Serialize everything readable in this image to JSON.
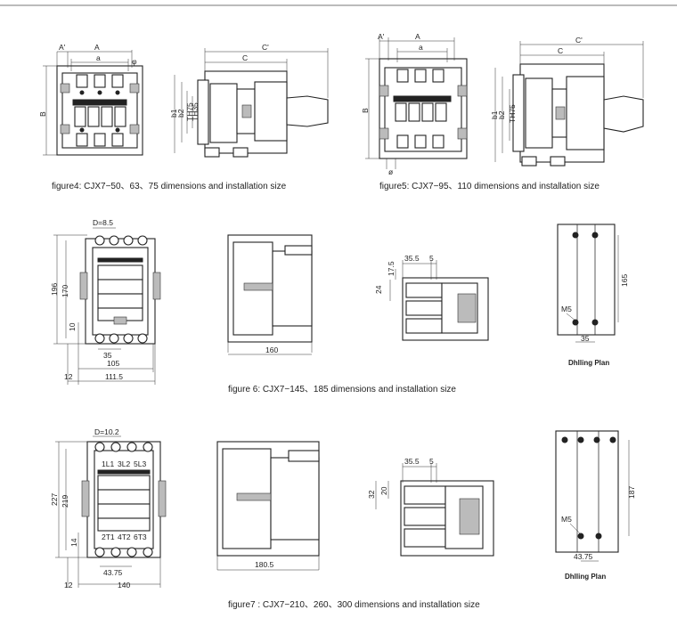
{
  "figure4": {
    "caption": "figure4: CJX7−50、63、75 dimensions and installation size",
    "labels": {
      "A_prime": "A'",
      "A": "A",
      "a": "a",
      "phi": "φ",
      "B": "B",
      "b1": "b1",
      "b2": "b2",
      "TH75": "TH75",
      "TH35": "TH35",
      "C": "C",
      "C_prime": "C'"
    }
  },
  "figure5": {
    "caption": "figure5: CJX7−95、110 dimensions and installation size",
    "labels": {
      "A_prime": "A'",
      "A": "A",
      "a": "a",
      "phi": "ø",
      "B": "B",
      "b1": "b1",
      "b2": "b2",
      "TH75": "TH75",
      "C": "C",
      "C_prime": "C'"
    }
  },
  "figure6": {
    "caption": "figure 6: CJX7−145、185 dimensions and installation size",
    "labels": {
      "D": "D=8.5",
      "h196": "196",
      "h170": "170",
      "d10": "10",
      "w35": "35",
      "w105": "105",
      "w12": "12",
      "w111_5": "111.5",
      "w160": "160",
      "s35_5": "35.5",
      "s5": "5",
      "s17_5": "17.5",
      "s24": "24",
      "M5": "M5",
      "p35": "35",
      "p165": "165"
    },
    "plan_title": "Dhlling Plan"
  },
  "figure7": {
    "caption": "figure7 : CJX7−210、260、300 dimensions and installation size",
    "labels": {
      "D": "D=10.2",
      "h227": "227",
      "h219": "219",
      "d14": "14",
      "w43_75": "43.75",
      "w12": "12",
      "w140": "140",
      "term_top": [
        "1L1",
        "3L2",
        "5L3"
      ],
      "term_bot": [
        "2T1",
        "4T2",
        "6T3"
      ],
      "w180_5": "180.5",
      "s35_5": "35.5",
      "s5": "5",
      "s32": "32",
      "s20": "20",
      "M5": "M5",
      "p43_75": "43.75",
      "p187": "187"
    },
    "plan_title": "Dhlling Plan"
  }
}
